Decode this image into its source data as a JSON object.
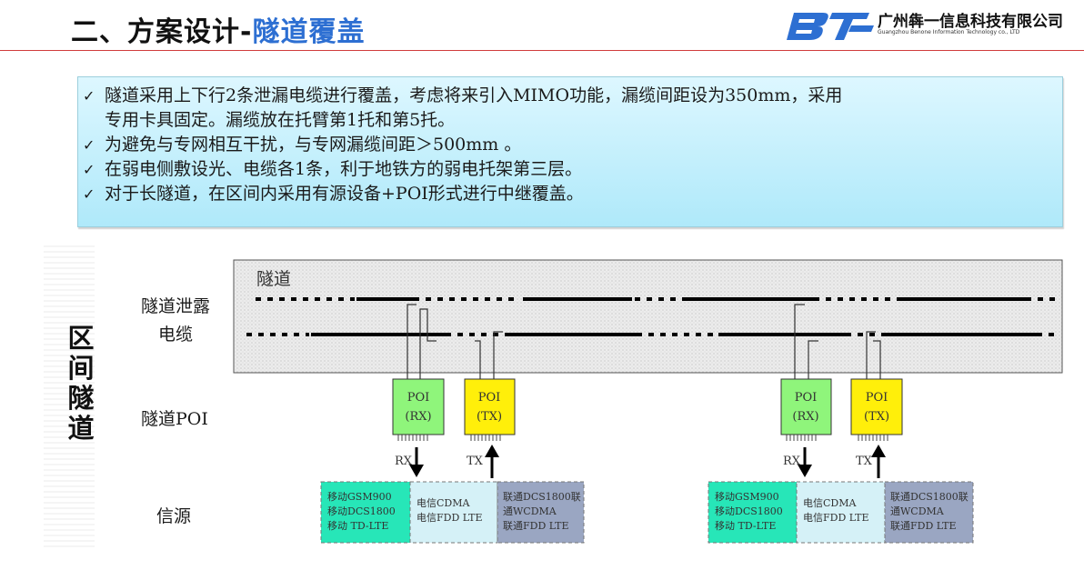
{
  "header": {
    "title_prefix": "二、方案设计-",
    "title_accent": "隧道覆盖",
    "company_cn": "广州犇一信息科技有限公司",
    "company_en": "Guangzhou Benone Information Technology co., LTD",
    "accent_color": "#2d6fd2",
    "rule_color": "#d13c3c"
  },
  "bullets": [
    {
      "check": "✓",
      "text": "隧道采用上下行2条泄漏电缆进行覆盖，考虑将来引入MIMO功能，漏缆间距设为350mm，采用"
    },
    {
      "check": "",
      "text": "专用卡具固定。漏缆放在托臂第1托和第5托。"
    },
    {
      "check": "✓",
      "text": "为避免与专网相互干扰，与专网漏缆间距＞500mm 。"
    },
    {
      "check": "✓",
      "text": "在弱电侧敷设光、电缆各1条，利于地铁方的弱电托架第三层。"
    },
    {
      "check": "✓",
      "text": "对于长隧道，在区间内采用有源设备+POI形式进行中继覆盖。"
    }
  ],
  "diagram": {
    "section_label": "区间隧道",
    "tunnel_label": "隧道",
    "cable_label_line1": "隧道泄露",
    "cable_label_line2": "电缆",
    "poi_row_label": "隧道POI",
    "source_row_label": "信源",
    "poi_rx_line1": "POI",
    "poi_rx_line2": "(RX)",
    "poi_tx_line1": "POI",
    "poi_tx_line2": "(TX)",
    "rx_label": "RX",
    "tx_label": "TX",
    "source_blocks": [
      {
        "lines": [
          "移动GSM900",
          "移动DCS1800",
          "移动 TD-LTE"
        ],
        "color": "#27e6b8"
      },
      {
        "lines": [
          "电信CDMA",
          "电信FDD LTE"
        ],
        "color": "#d5f1f7"
      },
      {
        "lines": [
          "联通DCS1800联",
          "通WCDMA",
          "联通FDD LTE"
        ],
        "color": "#9aa6c2"
      }
    ],
    "poi_rx_color": "#8ff57b",
    "poi_tx_color": "#ffef0a"
  }
}
